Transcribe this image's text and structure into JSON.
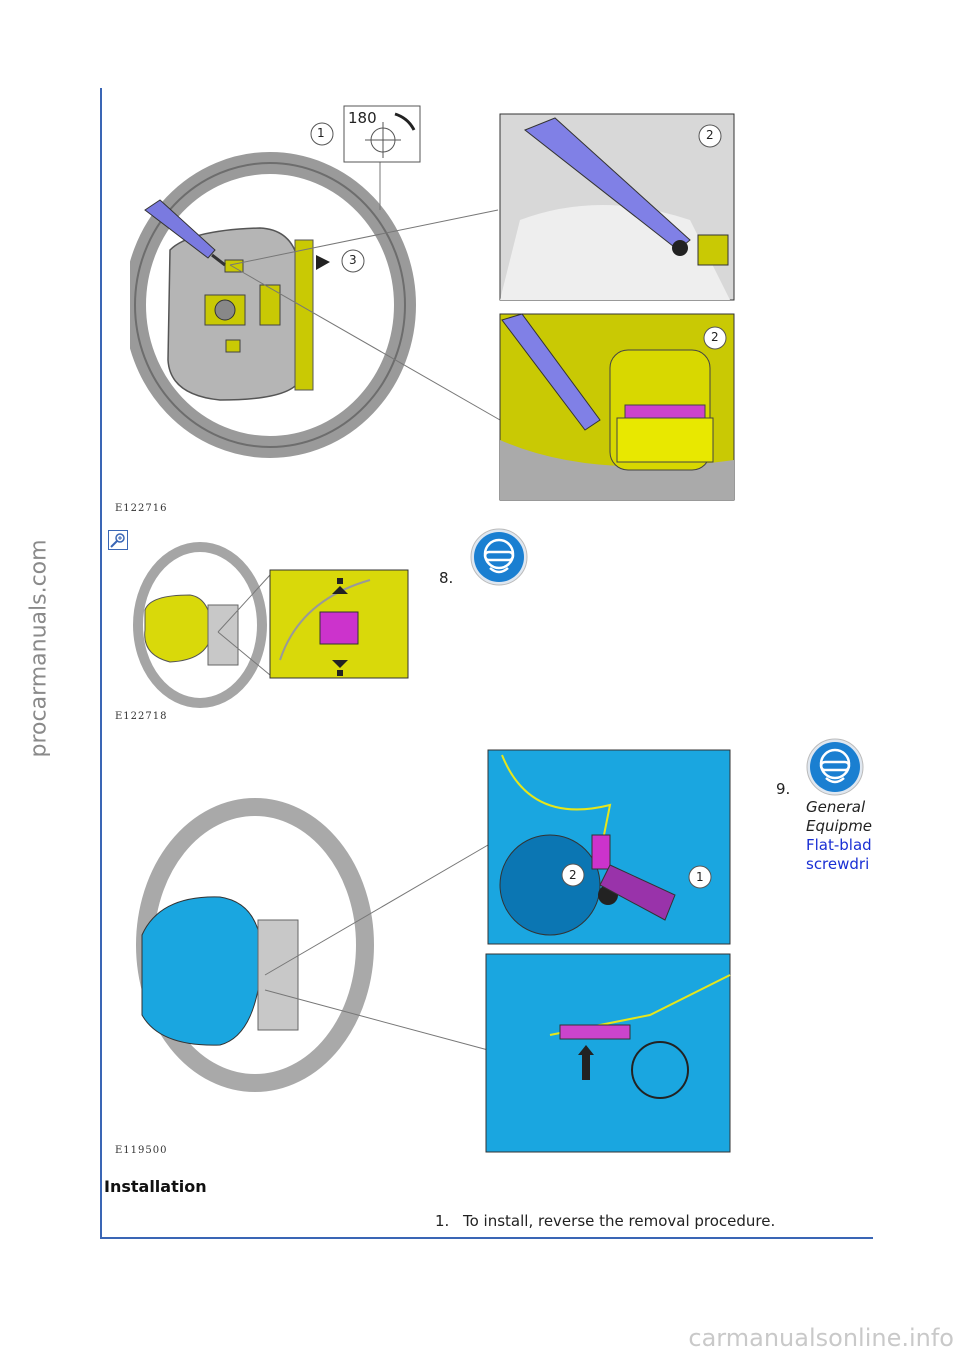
{
  "watermark_side": "procarmanuals.com",
  "watermark_bottom": "carmanualsonline.info",
  "figure1": {
    "code": "E122716",
    "callout_1": "1",
    "callout_180": "180",
    "callout_2a": "2",
    "callout_2b": "2",
    "callout_3": "3"
  },
  "figure2": {
    "code": "E122718"
  },
  "figure3": {
    "code": "E119500",
    "callout_1": "1",
    "callout_2": "2"
  },
  "steps": {
    "step8_number": "8.",
    "step9_number": "9.",
    "step9_general": "General",
    "step9_equipment": "Equipme",
    "step9_tool_line1": "Flat-blad",
    "step9_tool_line2": "screwdri"
  },
  "installation": {
    "heading": "Installation",
    "step1_number": "1.",
    "step1_text": "To install, reverse the removal procedure."
  },
  "icons": [
    "safety-goggles-icon",
    "zoom-in-icon"
  ],
  "colors": {
    "rule_blue": "#3a66b5",
    "link_blue": "#1a2fd4",
    "airbag_yellow": "#d9d90a",
    "connector_magenta": "#c832c8",
    "airbag_cyan": "#1aa6e0",
    "goggle_blue": "#1a7fd1"
  }
}
